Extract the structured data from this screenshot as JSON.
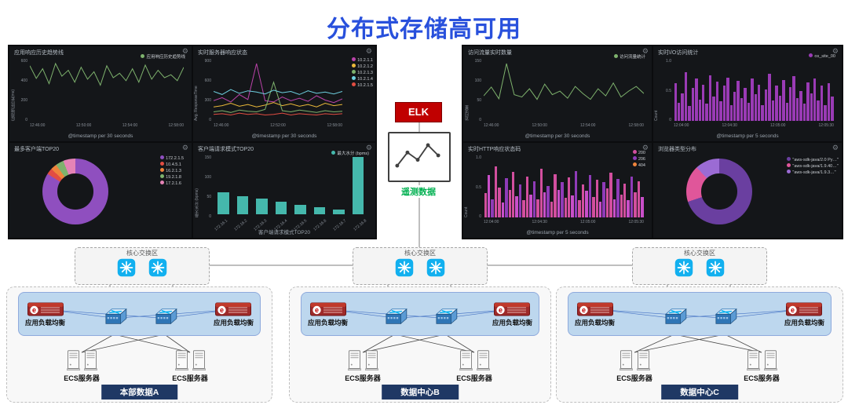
{
  "title": "分布式存储高可用",
  "icons": {
    "gear": "⚙"
  },
  "colors": {
    "title_blue": "#2850DC",
    "elk_red": "#C00000",
    "telemetry_green": "#00B050",
    "badge_navy": "#1F3864",
    "zone_blue": "#BDD7EE",
    "core_cyan": "#12B0EF",
    "dashboard_bg": "#141619"
  },
  "left_dashboard": {
    "panels": [
      {
        "title": "应用响应历史趋势线",
        "y_label": "应用响应历史(ms)",
        "x_title": "@timestamp per 30 seconds",
        "y_ticks": [
          "600",
          "400",
          "200",
          "0"
        ],
        "x_ticks": [
          "12:46:00",
          "12:50:00",
          "12:54:00",
          "12:58:00"
        ],
        "legend": [
          {
            "label": "应用响应历史趋势线",
            "color": "#7EB26D"
          }
        ],
        "chart": {
          "type": "line",
          "color": "#7EB26D",
          "values": [
            72,
            55,
            68,
            48,
            75,
            58,
            66,
            50,
            70,
            54,
            64,
            46,
            72,
            56,
            62,
            52,
            68,
            50,
            73,
            54,
            66,
            56,
            60,
            52,
            70
          ]
        }
      },
      {
        "title": "实时服务器响应状态",
        "y_label": "Avg. ResponseTime",
        "x_title": "@timestamp per 30 seconds",
        "y_ticks": [
          "900",
          "600",
          "300",
          "0"
        ],
        "x_ticks": [
          "12:46:00",
          "12:52:00",
          "12:58:00"
        ],
        "legend": [
          {
            "label": "10.2.1.1",
            "color": "#BA43A9"
          },
          {
            "label": "10.2.1.2",
            "color": "#EAB839"
          },
          {
            "label": "10.2.1.3",
            "color": "#7EB26D"
          },
          {
            "label": "10.2.1.4",
            "color": "#6ED0E0"
          },
          {
            "label": "10.2.1.5",
            "color": "#E24D42"
          }
        ],
        "chart": {
          "type": "multiline",
          "series": [
            {
              "color": "#BA43A9",
              "values": [
                30,
                35,
                28,
                40,
                32,
                90,
                30,
                28,
                36,
                30,
                34,
                29,
                38,
                31,
                27,
                33
              ]
            },
            {
              "color": "#EAB839",
              "values": [
                20,
                22,
                26,
                21,
                24,
                20,
                23,
                27,
                22,
                25,
                21,
                24,
                20,
                26,
                22,
                24
              ]
            },
            {
              "color": "#7EB26D",
              "values": [
                12,
                14,
                11,
                15,
                13,
                12,
                16,
                60,
                14,
                12,
                15,
                13,
                11,
                14,
                12,
                13
              ]
            },
            {
              "color": "#6ED0E0",
              "values": [
                45,
                40,
                48,
                42,
                46,
                44,
                41,
                47,
                43,
                45,
                40,
                46,
                42,
                44,
                41,
                45
              ]
            },
            {
              "color": "#E24D42",
              "values": [
                8,
                9,
                7,
                10,
                8,
                9,
                7,
                8,
                10,
                7,
                9,
                8,
                7,
                9,
                8,
                9
              ]
            }
          ]
        }
      },
      {
        "title": "最多客户端TOP20",
        "chart": {
          "type": "donut",
          "slices": [
            {
              "label": "172.2.1.5",
              "value": 84,
              "color": "#8F4FBF"
            },
            {
              "label": "10.4.5.1",
              "value": 3,
              "color": "#E24D42"
            },
            {
              "label": "16.2.1.3",
              "value": 3,
              "color": "#EF843C"
            },
            {
              "label": "19.2.1.8",
              "value": 4,
              "color": "#7EB26D"
            },
            {
              "label": "17.2.1.6",
              "value": 6,
              "color": "#E583B6"
            }
          ]
        }
      },
      {
        "title": "客户端请求模式TOP20",
        "y_label": "最大水分 (bpms)",
        "x_title": "客户端请求模式TOP20",
        "y_ticks": [
          "150",
          "100",
          "50",
          "0"
        ],
        "x_ticks": [
          "172.16.1",
          "172.16.2",
          "172.16.3",
          "172.16.4",
          "172.16.5",
          "172.16.6",
          "172.16.7",
          "172.16.8"
        ],
        "legend": [
          {
            "label": "最大水分 (bpms)",
            "color": "#45B8AC"
          }
        ],
        "chart": {
          "type": "bars",
          "color": "#45B8AC",
          "values": [
            38,
            32,
            27,
            22,
            17,
            12,
            8,
            100
          ]
        }
      }
    ]
  },
  "right_dashboard": {
    "panels": [
      {
        "title": "访问流量实时数量",
        "y_label": "访问流量",
        "x_title": "@timestamp per 30 seconds",
        "y_ticks": [
          "150",
          "100",
          "50",
          "0"
        ],
        "x_ticks": [
          "12:46:00",
          "12:50:00",
          "12:54:00",
          "12:58:00"
        ],
        "legend": [
          {
            "label": "访问流量统计",
            "color": "#7EB26D"
          }
        ],
        "chart": {
          "type": "line",
          "color": "#7EB26D",
          "values": [
            40,
            55,
            35,
            95,
            42,
            38,
            52,
            34,
            60,
            42,
            48,
            36,
            56,
            44,
            34,
            52,
            40,
            62,
            38,
            48,
            56,
            44
          ]
        }
      },
      {
        "title": "实时I/O访问统计",
        "y_label": "Count",
        "x_title": "@timestamp per 5 seconds",
        "y_ticks": [
          "1.0",
          "0.5",
          "0"
        ],
        "x_ticks": [
          "12:04:00",
          "12:04:30",
          "12:05:00",
          "12:05:30"
        ],
        "legend": [
          {
            "label": "os_site_00",
            "color": "#9A3BB5"
          }
        ],
        "chart": {
          "type": "bars",
          "color": "#9A3BB5",
          "values": [
            62,
            30,
            45,
            80,
            25,
            55,
            70,
            35,
            60,
            28,
            75,
            40,
            65,
            32,
            58,
            72,
            26,
            48,
            66,
            38,
            54,
            30,
            70,
            44,
            60,
            26,
            52,
            78,
            34,
            58,
            42,
            68,
            30,
            56,
            74,
            38,
            50,
            28,
            64,
            46,
            70,
            34,
            58,
            26,
            62,
            40
          ]
        }
      },
      {
        "title": "实时HTTP响应状态码",
        "y_label": "Count",
        "x_title": "@timestamp per 5 seconds",
        "y_ticks": [
          "1.0",
          "0.5",
          "0"
        ],
        "x_ticks": [
          "12:04:00",
          "12:04:30",
          "12:05:00",
          "12:05:30"
        ],
        "legend": [
          {
            "label": "200",
            "color": "#D24F9E"
          },
          {
            "label": "206",
            "color": "#8F3BB8"
          },
          {
            "label": "404",
            "color": "#EF843C"
          }
        ],
        "chart": {
          "type": "bars",
          "colors": [
            "#D24F9E",
            "#C94FC9",
            "#8F3BB8",
            "#D24F9E"
          ],
          "values": [
            40,
            70,
            30,
            85,
            50,
            25,
            65,
            45,
            75,
            35,
            55,
            28,
            68,
            38,
            60,
            30,
            80,
            42,
            52,
            26,
            72,
            46,
            58,
            32,
            66,
            36,
            76,
            28,
            54,
            44,
            70,
            34,
            62,
            26,
            58,
            48,
            74,
            30,
            64,
            38,
            56,
            28,
            68,
            42,
            60,
            34
          ]
        }
      },
      {
        "title": "浏览器类型分布",
        "chart": {
          "type": "donut",
          "slices": [
            {
              "label": "\"aws-sdk-java/2.0 Py…\"",
              "value": 70,
              "color": "#6A3FA0"
            },
            {
              "label": "\"aws-sdk-java/1.9.40…\"",
              "value": 18,
              "color": "#E0569A"
            },
            {
              "label": "\"aws-sdk-java/1.9.3…\"",
              "value": 12,
              "color": "#9B6BD4"
            }
          ]
        }
      }
    ]
  },
  "middle": {
    "elk_label": "ELK",
    "telemetry_label": "遥测数据"
  },
  "network": {
    "core_label": "核心交换区",
    "lb_label": "应用负载均衡",
    "ecs_label": "ECS服务器",
    "datacenters": [
      {
        "badge": "本部数据A"
      },
      {
        "badge": "数据中心B"
      },
      {
        "badge": "数据中心C"
      }
    ]
  }
}
